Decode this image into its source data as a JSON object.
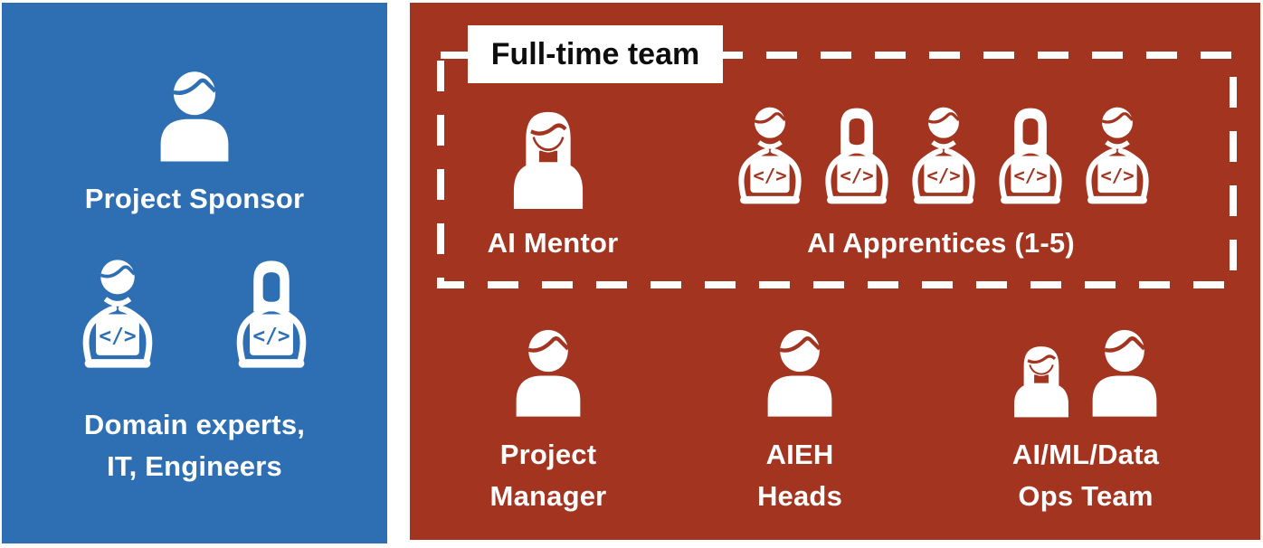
{
  "colors": {
    "blue": "#2E6FB4",
    "red": "#A23420",
    "white": "#FFFFFF",
    "dark_text": "#0D0D0D"
  },
  "left_panel": {
    "sponsor_label": "Project Sponsor",
    "experts_line1": "Domain experts,",
    "experts_line2": "IT, Engineers"
  },
  "right_panel": {
    "fulltime_label": "Full-time team",
    "mentor_label": "AI Mentor",
    "apprentices_label": "AI Apprentices (1-5)",
    "project_manager": {
      "line1": "Project",
      "line2": "Manager"
    },
    "aieh": {
      "line1": "AIEH",
      "line2": "Heads"
    },
    "ops": {
      "line1": "AI/ML/Data",
      "line2": "Ops Team"
    }
  },
  "icons": {
    "code_symbol": "</>"
  }
}
